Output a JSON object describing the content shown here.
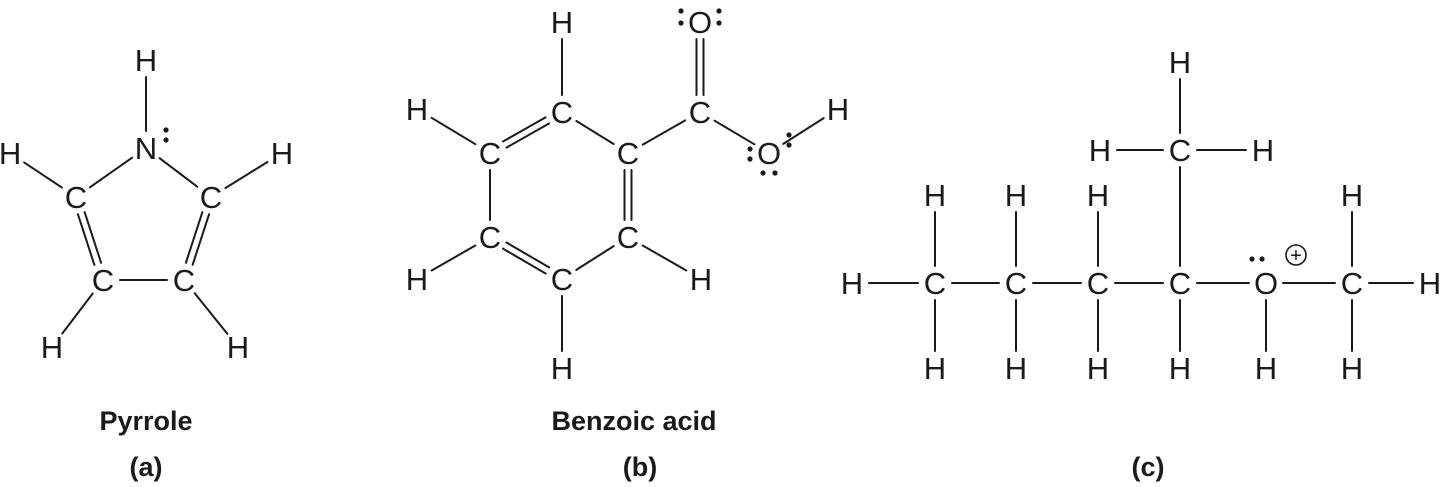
{
  "colors": {
    "ink": "#1a1a1a",
    "background": "#ffffff"
  },
  "panels": [
    {
      "id": "pyrrole",
      "name": "Pyrrole",
      "label": "(a)",
      "atoms": [
        {
          "id": "n",
          "symbol": "N"
        },
        {
          "id": "hn",
          "symbol": "H"
        },
        {
          "id": "cl",
          "symbol": "C"
        },
        {
          "id": "cr",
          "symbol": "C"
        },
        {
          "id": "bl",
          "symbol": "C"
        },
        {
          "id": "br",
          "symbol": "C"
        },
        {
          "id": "hl",
          "symbol": "H"
        },
        {
          "id": "hr",
          "symbol": "H"
        },
        {
          "id": "hbl",
          "symbol": "H"
        },
        {
          "id": "hbr",
          "symbol": "H"
        }
      ],
      "bonds": [
        {
          "from": "hn",
          "to": "n",
          "order": 1
        },
        {
          "from": "n",
          "to": "cl",
          "order": 1
        },
        {
          "from": "n",
          "to": "cr",
          "order": 1
        },
        {
          "from": "cl",
          "to": "bl",
          "order": 2
        },
        {
          "from": "cr",
          "to": "br",
          "order": 2
        },
        {
          "from": "bl",
          "to": "br",
          "order": 1
        },
        {
          "from": "hl",
          "to": "cl",
          "order": 1
        },
        {
          "from": "hr",
          "to": "cr",
          "order": 1
        },
        {
          "from": "hbl",
          "to": "bl",
          "order": 1
        },
        {
          "from": "hbr",
          "to": "br",
          "order": 1
        }
      ],
      "lone_pairs": [
        {
          "atom": "n",
          "side": "right"
        }
      ]
    },
    {
      "id": "benzoic-acid",
      "name": "Benzoic acid",
      "label": "(b)",
      "atoms": [
        {
          "id": "c1",
          "symbol": "C"
        },
        {
          "id": "c2",
          "symbol": "C"
        },
        {
          "id": "c3",
          "symbol": "C"
        },
        {
          "id": "c4",
          "symbol": "C"
        },
        {
          "id": "c5",
          "symbol": "C"
        },
        {
          "id": "c6",
          "symbol": "C"
        },
        {
          "id": "cc",
          "symbol": "C"
        },
        {
          "id": "o1",
          "symbol": "O"
        },
        {
          "id": "o2",
          "symbol": "O"
        },
        {
          "id": "h_top",
          "symbol": "H"
        },
        {
          "id": "h_ul",
          "symbol": "H"
        },
        {
          "id": "h_ll",
          "symbol": "H"
        },
        {
          "id": "h_lr",
          "symbol": "H"
        },
        {
          "id": "h_bot",
          "symbol": "H"
        },
        {
          "id": "h_oh",
          "symbol": "H"
        }
      ],
      "bonds": [
        {
          "from": "c1",
          "to": "c2",
          "order": 1
        },
        {
          "from": "c2",
          "to": "c3",
          "order": 2
        },
        {
          "from": "c3",
          "to": "c4",
          "order": 1
        },
        {
          "from": "c4",
          "to": "c5",
          "order": 2
        },
        {
          "from": "c5",
          "to": "c6",
          "order": 1
        },
        {
          "from": "c6",
          "to": "c1",
          "order": 2
        },
        {
          "from": "c1",
          "to": "cc",
          "order": 1
        },
        {
          "from": "cc",
          "to": "o1",
          "order": 2
        },
        {
          "from": "cc",
          "to": "o2",
          "order": 1
        },
        {
          "from": "o2",
          "to": "h_oh",
          "order": 1
        },
        {
          "from": "h_top",
          "to": "c2",
          "order": 1
        },
        {
          "from": "h_ul",
          "to": "c3",
          "order": 1
        },
        {
          "from": "h_ll",
          "to": "c4",
          "order": 1
        },
        {
          "from": "h_lr",
          "to": "c6",
          "order": 1
        },
        {
          "from": "h_bot",
          "to": "c5",
          "order": 1
        }
      ],
      "lone_pairs": [
        {
          "atom": "o1",
          "side": "left"
        },
        {
          "atom": "o1",
          "side": "right"
        },
        {
          "atom": "o2",
          "side": "left"
        },
        {
          "atom": "o2",
          "side": "right"
        },
        {
          "atom": "o2",
          "side": "bottom"
        }
      ]
    },
    {
      "id": "oxonium",
      "name": "",
      "label": "(c)",
      "atoms": [
        {
          "id": "h0",
          "symbol": "H"
        },
        {
          "id": "k1",
          "symbol": "C"
        },
        {
          "id": "k2",
          "symbol": "C"
        },
        {
          "id": "k3",
          "symbol": "C"
        },
        {
          "id": "k4",
          "symbol": "C"
        },
        {
          "id": "ox",
          "symbol": "O"
        },
        {
          "id": "k5",
          "symbol": "C"
        },
        {
          "id": "h_end",
          "symbol": "H"
        },
        {
          "id": "k1u",
          "symbol": "H"
        },
        {
          "id": "k1d",
          "symbol": "H"
        },
        {
          "id": "k2u",
          "symbol": "H"
        },
        {
          "id": "k2d",
          "symbol": "H"
        },
        {
          "id": "k3u",
          "symbol": "H"
        },
        {
          "id": "k3d",
          "symbol": "H"
        },
        {
          "id": "k4d",
          "symbol": "H"
        },
        {
          "id": "oxd",
          "symbol": "H"
        },
        {
          "id": "k5u",
          "symbol": "H"
        },
        {
          "id": "k5d",
          "symbol": "H"
        },
        {
          "id": "m",
          "symbol": "C"
        },
        {
          "id": "mh_top",
          "symbol": "H"
        },
        {
          "id": "mh_l",
          "symbol": "H"
        },
        {
          "id": "mh_r",
          "symbol": "H"
        }
      ],
      "bonds": [
        {
          "from": "h0",
          "to": "k1",
          "order": 1
        },
        {
          "from": "k1",
          "to": "k2",
          "order": 1
        },
        {
          "from": "k2",
          "to": "k3",
          "order": 1
        },
        {
          "from": "k3",
          "to": "k4",
          "order": 1
        },
        {
          "from": "k4",
          "to": "ox",
          "order": 1
        },
        {
          "from": "ox",
          "to": "k5",
          "order": 1
        },
        {
          "from": "k5",
          "to": "h_end",
          "order": 1
        },
        {
          "from": "k1",
          "to": "k1u",
          "order": 1
        },
        {
          "from": "k1",
          "to": "k1d",
          "order": 1
        },
        {
          "from": "k2",
          "to": "k2u",
          "order": 1
        },
        {
          "from": "k2",
          "to": "k2d",
          "order": 1
        },
        {
          "from": "k3",
          "to": "k3u",
          "order": 1
        },
        {
          "from": "k3",
          "to": "k3d",
          "order": 1
        },
        {
          "from": "k4",
          "to": "k4d",
          "order": 1
        },
        {
          "from": "ox",
          "to": "oxd",
          "order": 1
        },
        {
          "from": "k5",
          "to": "k5u",
          "order": 1
        },
        {
          "from": "k5",
          "to": "k5d",
          "order": 1
        },
        {
          "from": "k4",
          "to": "m",
          "order": 1
        },
        {
          "from": "m",
          "to": "mh_top",
          "order": 1
        },
        {
          "from": "m",
          "to": "mh_l",
          "order": 1
        },
        {
          "from": "m",
          "to": "mh_r",
          "order": 1
        }
      ],
      "lone_pairs": [
        {
          "atom": "ox",
          "side": "top-left"
        }
      ],
      "formal_charges": [
        {
          "atom": "ox",
          "sign": "+"
        }
      ]
    }
  ]
}
